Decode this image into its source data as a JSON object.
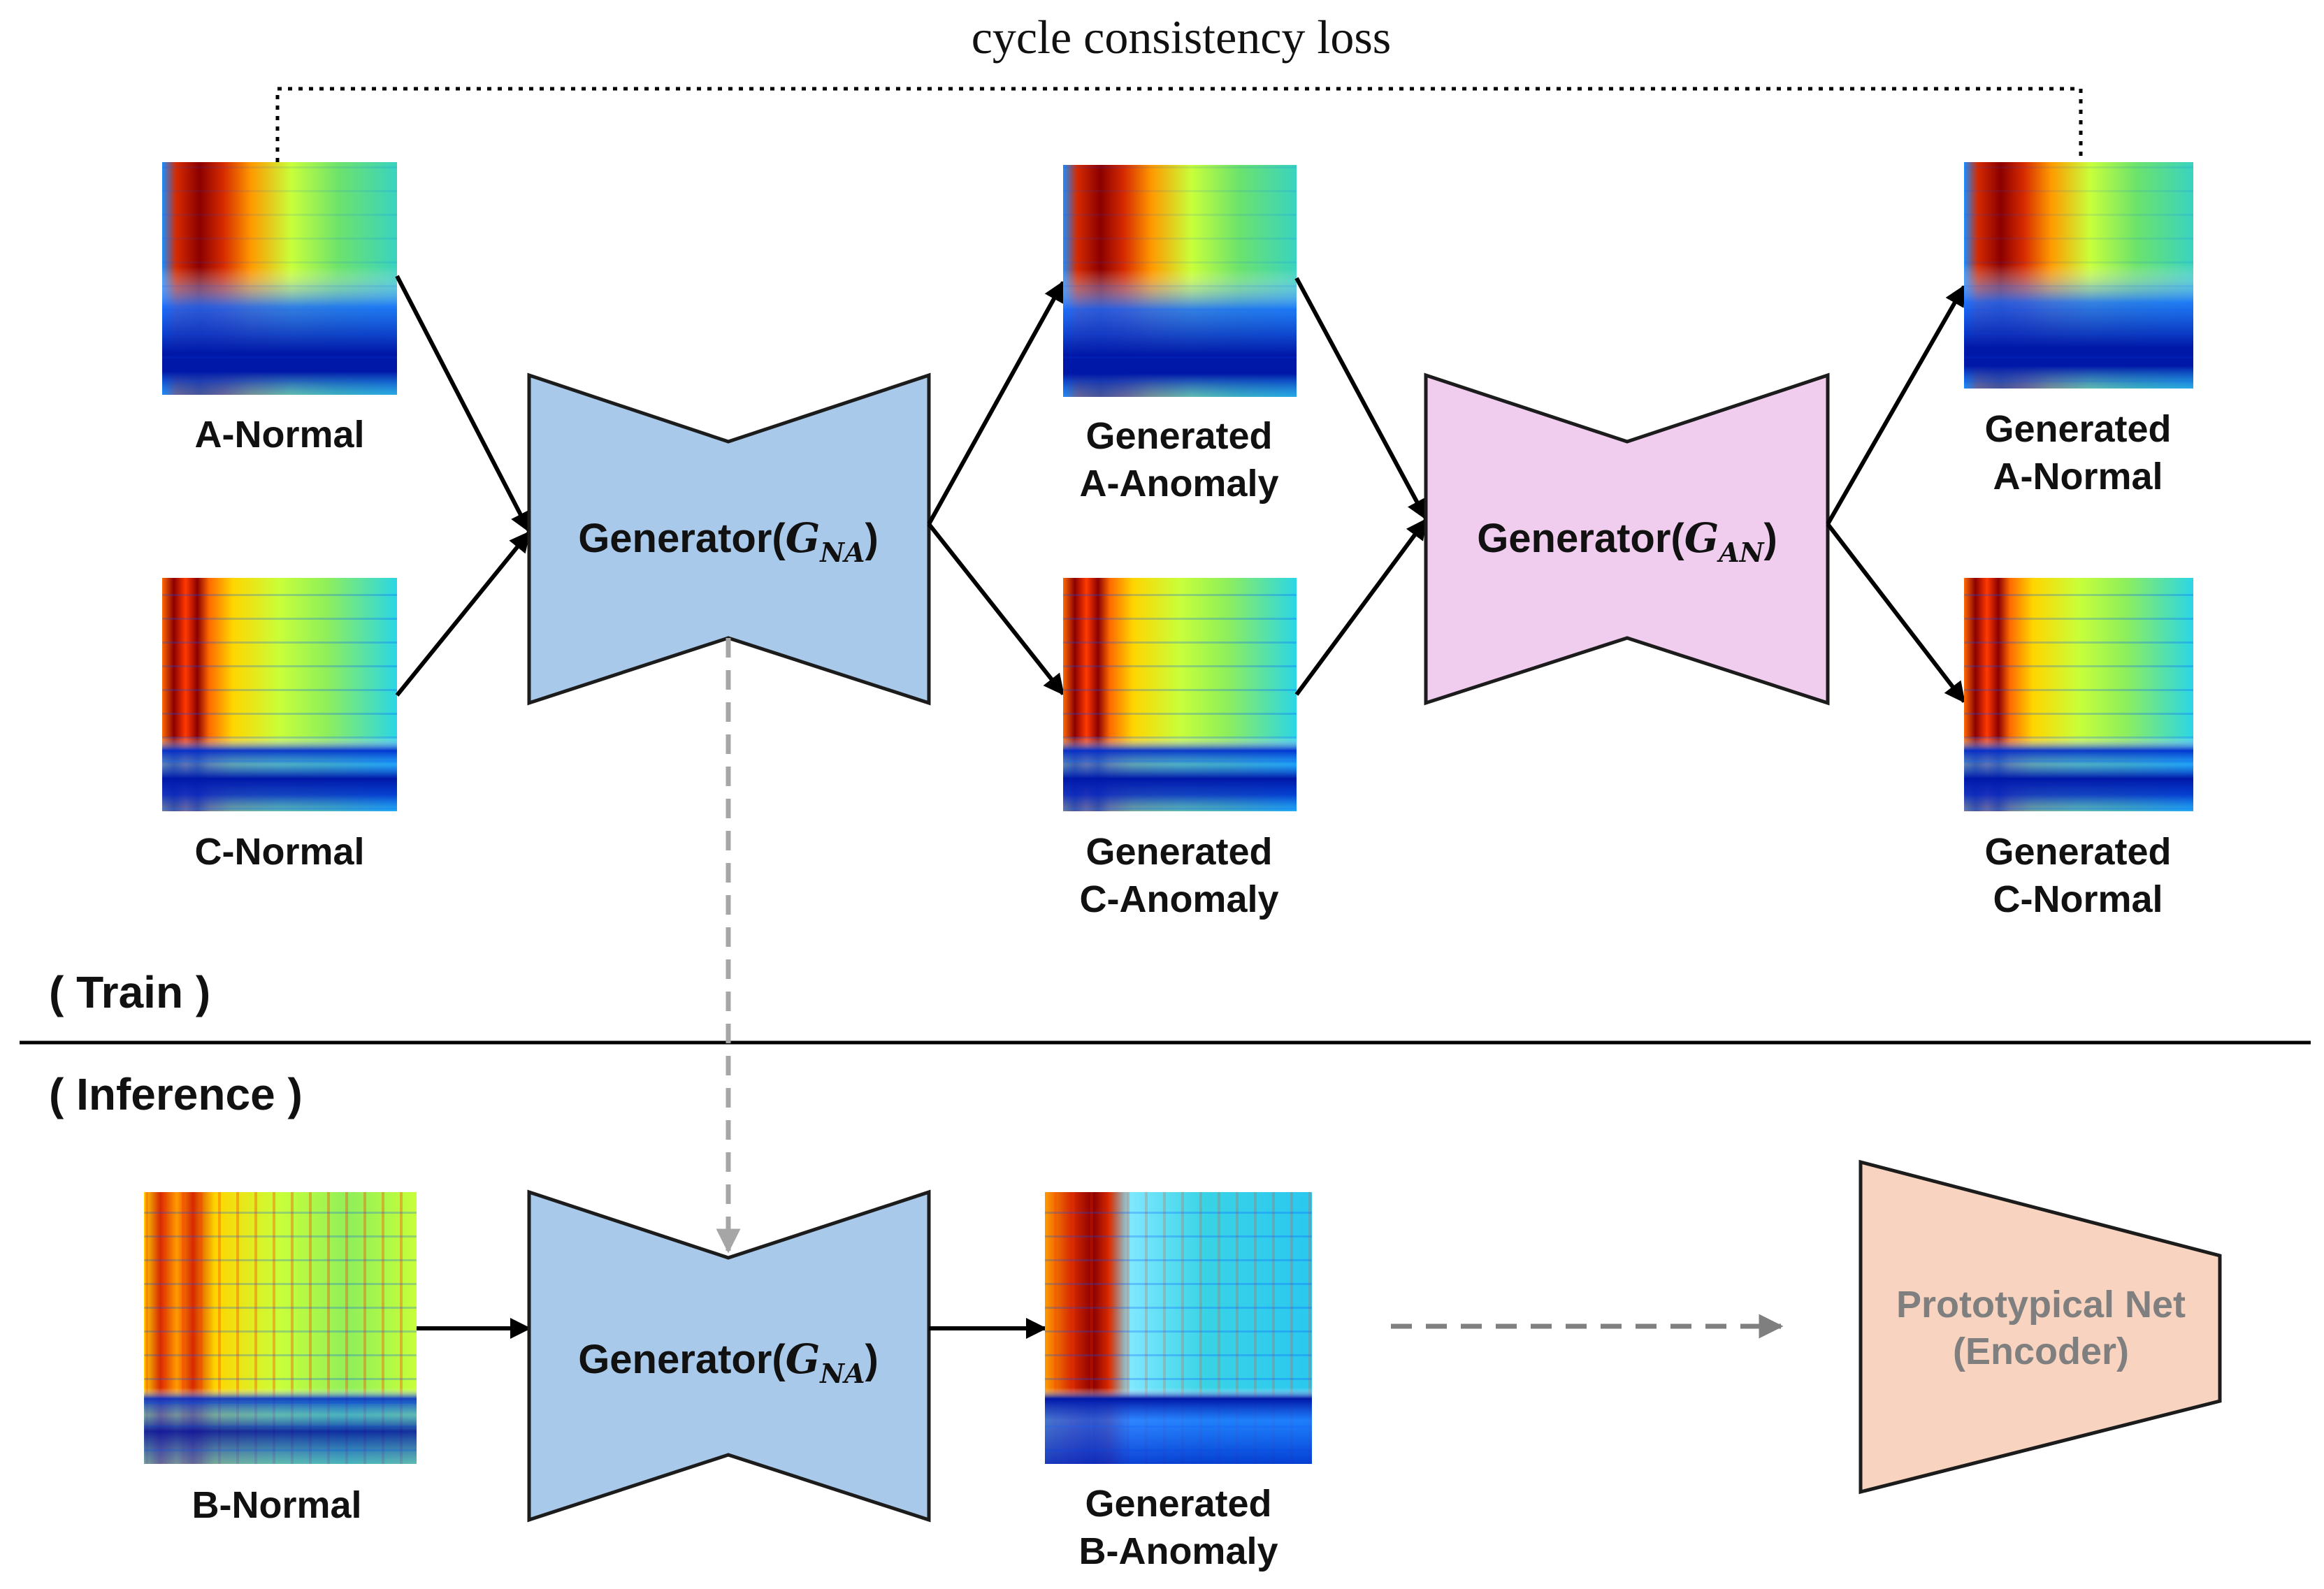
{
  "title": "cycle consistency loss",
  "sections": {
    "train": "( Train )",
    "inference": "( Inference )"
  },
  "generators": {
    "na_label": "Generator(",
    "na_sub": "G",
    "na_subscript": "NA",
    "an_subscript": "AN",
    "close": ")"
  },
  "images": {
    "a_normal": "A-Normal",
    "c_normal": "C-Normal",
    "gen_a_anomaly_l1": "Generated",
    "gen_a_anomaly_l2": "A-Anomaly",
    "gen_c_anomaly_l1": "Generated",
    "gen_c_anomaly_l2": "C-Anomaly",
    "gen_a_normal_l1": "Generated",
    "gen_a_normal_l2": "A-Normal",
    "gen_c_normal_l1": "Generated",
    "gen_c_normal_l2": "C-Normal",
    "b_normal": "B-Normal",
    "gen_b_anomaly_l1": "Generated",
    "gen_b_anomaly_l2": "B-Anomaly"
  },
  "proto": {
    "line1": "Prototypical Net",
    "line2": "(Encoder)"
  },
  "colors": {
    "generator_na": "#a9c9ea",
    "generator_an": "#f0cdee",
    "proto": "#f8d3bf",
    "gray_arrow": "#a6a6a6",
    "dark_gray_arrow": "#7f7f7f"
  }
}
